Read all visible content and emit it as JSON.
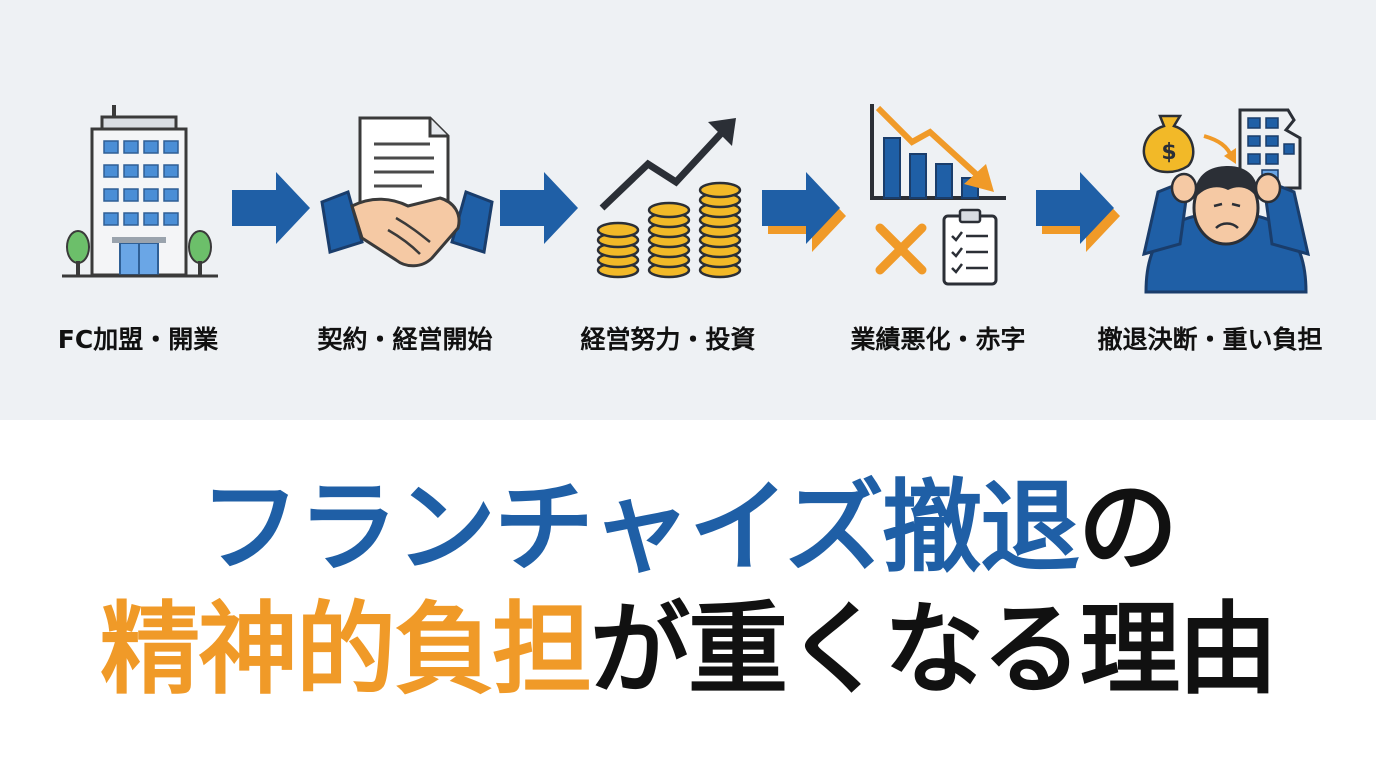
{
  "steps": [
    {
      "label": "FC加盟・開業",
      "icon": "office-building-icon"
    },
    {
      "label": "契約・経営開始",
      "icon": "handshake-contract-icon"
    },
    {
      "label": "経営努力・投資",
      "icon": "coins-growth-icon"
    },
    {
      "label": "業績悪化・赤字",
      "icon": "declining-chart-icon"
    },
    {
      "label": "撤退決断・重い負担",
      "icon": "stressed-person-icon"
    }
  ],
  "title": {
    "line1_blue": "フランチャイズ撤退",
    "line1_black": "の",
    "line2_orange": "精神的負担",
    "line2_black": "が重くなる理由"
  },
  "colors": {
    "blue": "#1f5fa6",
    "orange": "#f09a28",
    "black": "#111111",
    "panel": "#eef1f4"
  }
}
